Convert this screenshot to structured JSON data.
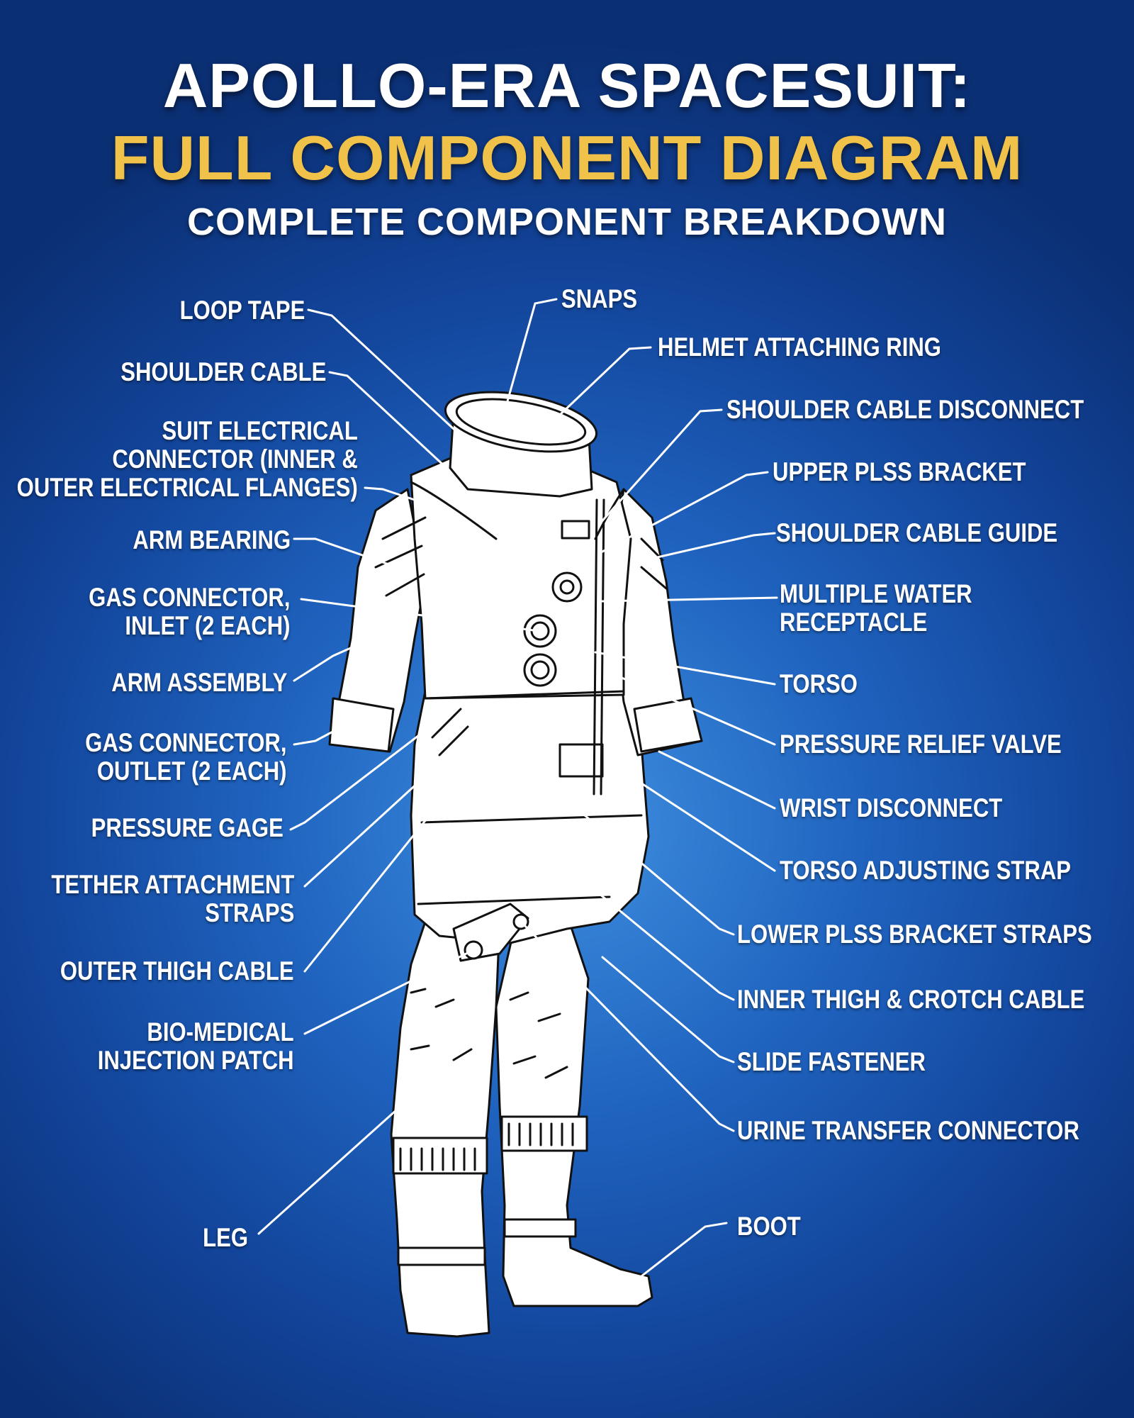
{
  "header": {
    "title_line1": "APOLLO-ERA SPACESUIT:",
    "title_line2": "FULL COMPONENT DIAGRAM",
    "subtitle": "COMPLETE COMPONENT BREAKDOWN"
  },
  "labels_left": [
    {
      "id": "loop-tape",
      "text": "LOOP TAPE"
    },
    {
      "id": "shoulder-cable",
      "text": "SHOULDER CABLE"
    },
    {
      "id": "suit-electrical-connector",
      "text": "SUIT ELECTRICAL\nCONNECTOR (INNER &\nOUTER ELECTRICAL FLANGES)"
    },
    {
      "id": "arm-bearing",
      "text": "ARM BEARING"
    },
    {
      "id": "gas-connector-inlet",
      "text": "GAS CONNECTOR,\nINLET (2 EACH)"
    },
    {
      "id": "arm-assembly",
      "text": "ARM ASSEMBLY"
    },
    {
      "id": "gas-connector-outlet",
      "text": "GAS CONNECTOR,\nOUTLET (2 EACH)"
    },
    {
      "id": "pressure-gage",
      "text": "PRESSURE GAGE"
    },
    {
      "id": "tether-attachment-straps",
      "text": "TETHER ATTACHMENT\nSTRAPS"
    },
    {
      "id": "outer-thigh-cable",
      "text": "OUTER THIGH CABLE"
    },
    {
      "id": "bio-medical-injection-patch",
      "text": "BIO-MEDICAL\nINJECTION PATCH"
    },
    {
      "id": "leg",
      "text": "LEG"
    }
  ],
  "labels_right": [
    {
      "id": "snaps",
      "text": "SNAPS"
    },
    {
      "id": "helmet-attaching-ring",
      "text": "HELMET ATTACHING RING"
    },
    {
      "id": "shoulder-cable-disconnect",
      "text": "SHOULDER CABLE DISCONNECT"
    },
    {
      "id": "upper-plss-bracket",
      "text": "UPPER PLSS BRACKET"
    },
    {
      "id": "shoulder-cable-guide",
      "text": "SHOULDER CABLE GUIDE"
    },
    {
      "id": "multiple-water-receptacle",
      "text": "MULTIPLE WATER\nRECEPTACLE"
    },
    {
      "id": "torso",
      "text": "TORSO"
    },
    {
      "id": "pressure-relief-valve",
      "text": "PRESSURE RELIEF VALVE"
    },
    {
      "id": "wrist-disconnect",
      "text": "WRIST DISCONNECT"
    },
    {
      "id": "torso-adjusting-strap",
      "text": "TORSO ADJUSTING STRAP"
    },
    {
      "id": "lower-plss-bracket-straps",
      "text": "LOWER PLSS BRACKET STRAPS"
    },
    {
      "id": "inner-thigh-crotch-cable",
      "text": "INNER THIGH & CROTCH CABLE"
    },
    {
      "id": "slide-fastener",
      "text": "SLIDE FASTENER"
    },
    {
      "id": "urine-transfer-connector",
      "text": "URINE TRANSFER CONNECTOR"
    },
    {
      "id": "boot",
      "text": "BOOT"
    }
  ]
}
